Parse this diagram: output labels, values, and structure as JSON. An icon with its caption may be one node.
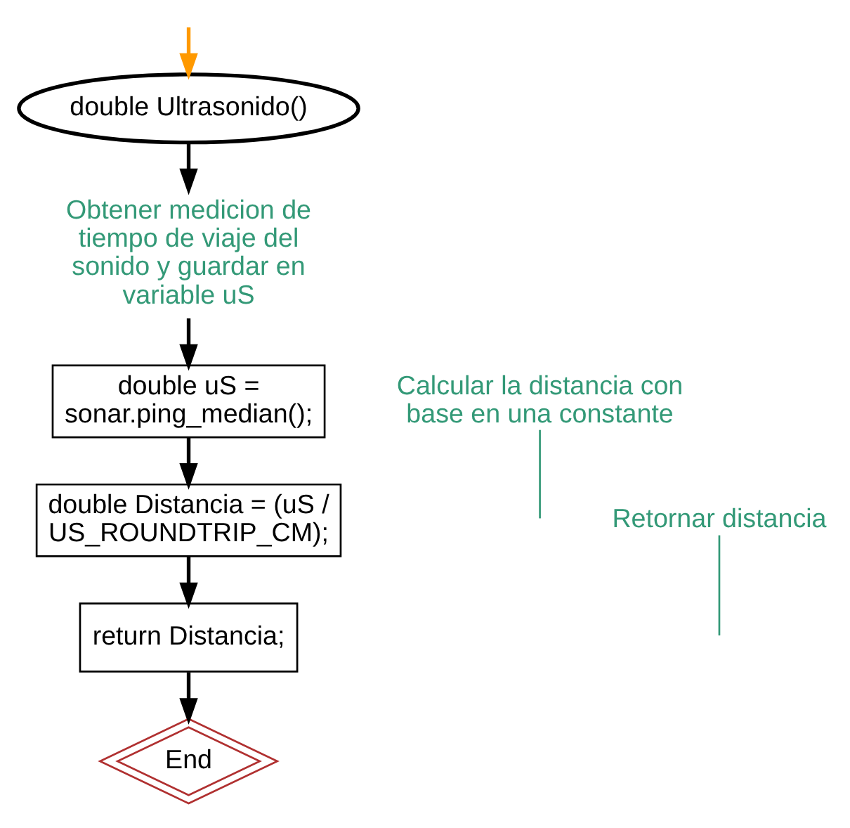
{
  "diagram": {
    "nodes": [
      {
        "text": [
          "double Ultrasonido()"
        ]
      },
      {
        "text": [
          "Obtener medicion de tiempo de viaje del sonido y guardar en variable uS"
        ]
      },
      {
        "text": [
          "double uS = sonar.ping_median();"
        ]
      },
      {
        "text": [
          "double Distancia = (uS / US_ROUNDTRIP_CM);"
        ]
      },
      {
        "text": [
          "return Distancia;"
        ]
      },
      {
        "text": [
          "End"
        ]
      },
      {
        "text": [
          "Calcular la distancia con base en una constante"
        ]
      },
      {
        "text": [
          "Retornar distancia"
        ]
      }
    ],
    "edges": [
      {
        "from": null,
        "to": 0,
        "arrow": "to",
        "color": "#ff9900"
      },
      {
        "from": 0,
        "to": 1,
        "arrow": "to"
      },
      {
        "from": 1,
        "to": 2,
        "arrow": "to"
      },
      {
        "from": 2,
        "to": 3,
        "arrow": "to"
      },
      {
        "from": 3,
        "to": 4,
        "arrow": "to"
      },
      {
        "from": 4,
        "to": 5,
        "arrow": "to"
      },
      {
        "from": 6,
        "to": null,
        "arrow": "none",
        "color": "#339977"
      },
      {
        "from": 7,
        "to": null,
        "arrow": "none",
        "color": "#339977"
      }
    ]
  }
}
